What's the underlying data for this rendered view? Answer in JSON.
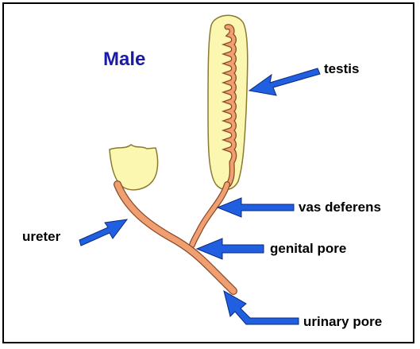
{
  "diagram": {
    "title": "Male",
    "labels": {
      "testis": "testis",
      "vas_deferens": "vas deferens",
      "genital_pore": "genital pore",
      "ureter": "ureter",
      "urinary_pore": "urinary pore"
    }
  },
  "colors": {
    "title": "#1a1aa8",
    "arrow": "#1f5fe0",
    "arrow_outline": "#0a2a80",
    "duct": "#f0a070",
    "duct_outline": "#8a4a28",
    "sac": "#fbf6b0",
    "sac_outline": "#8a7a30",
    "frame": "#000000"
  }
}
